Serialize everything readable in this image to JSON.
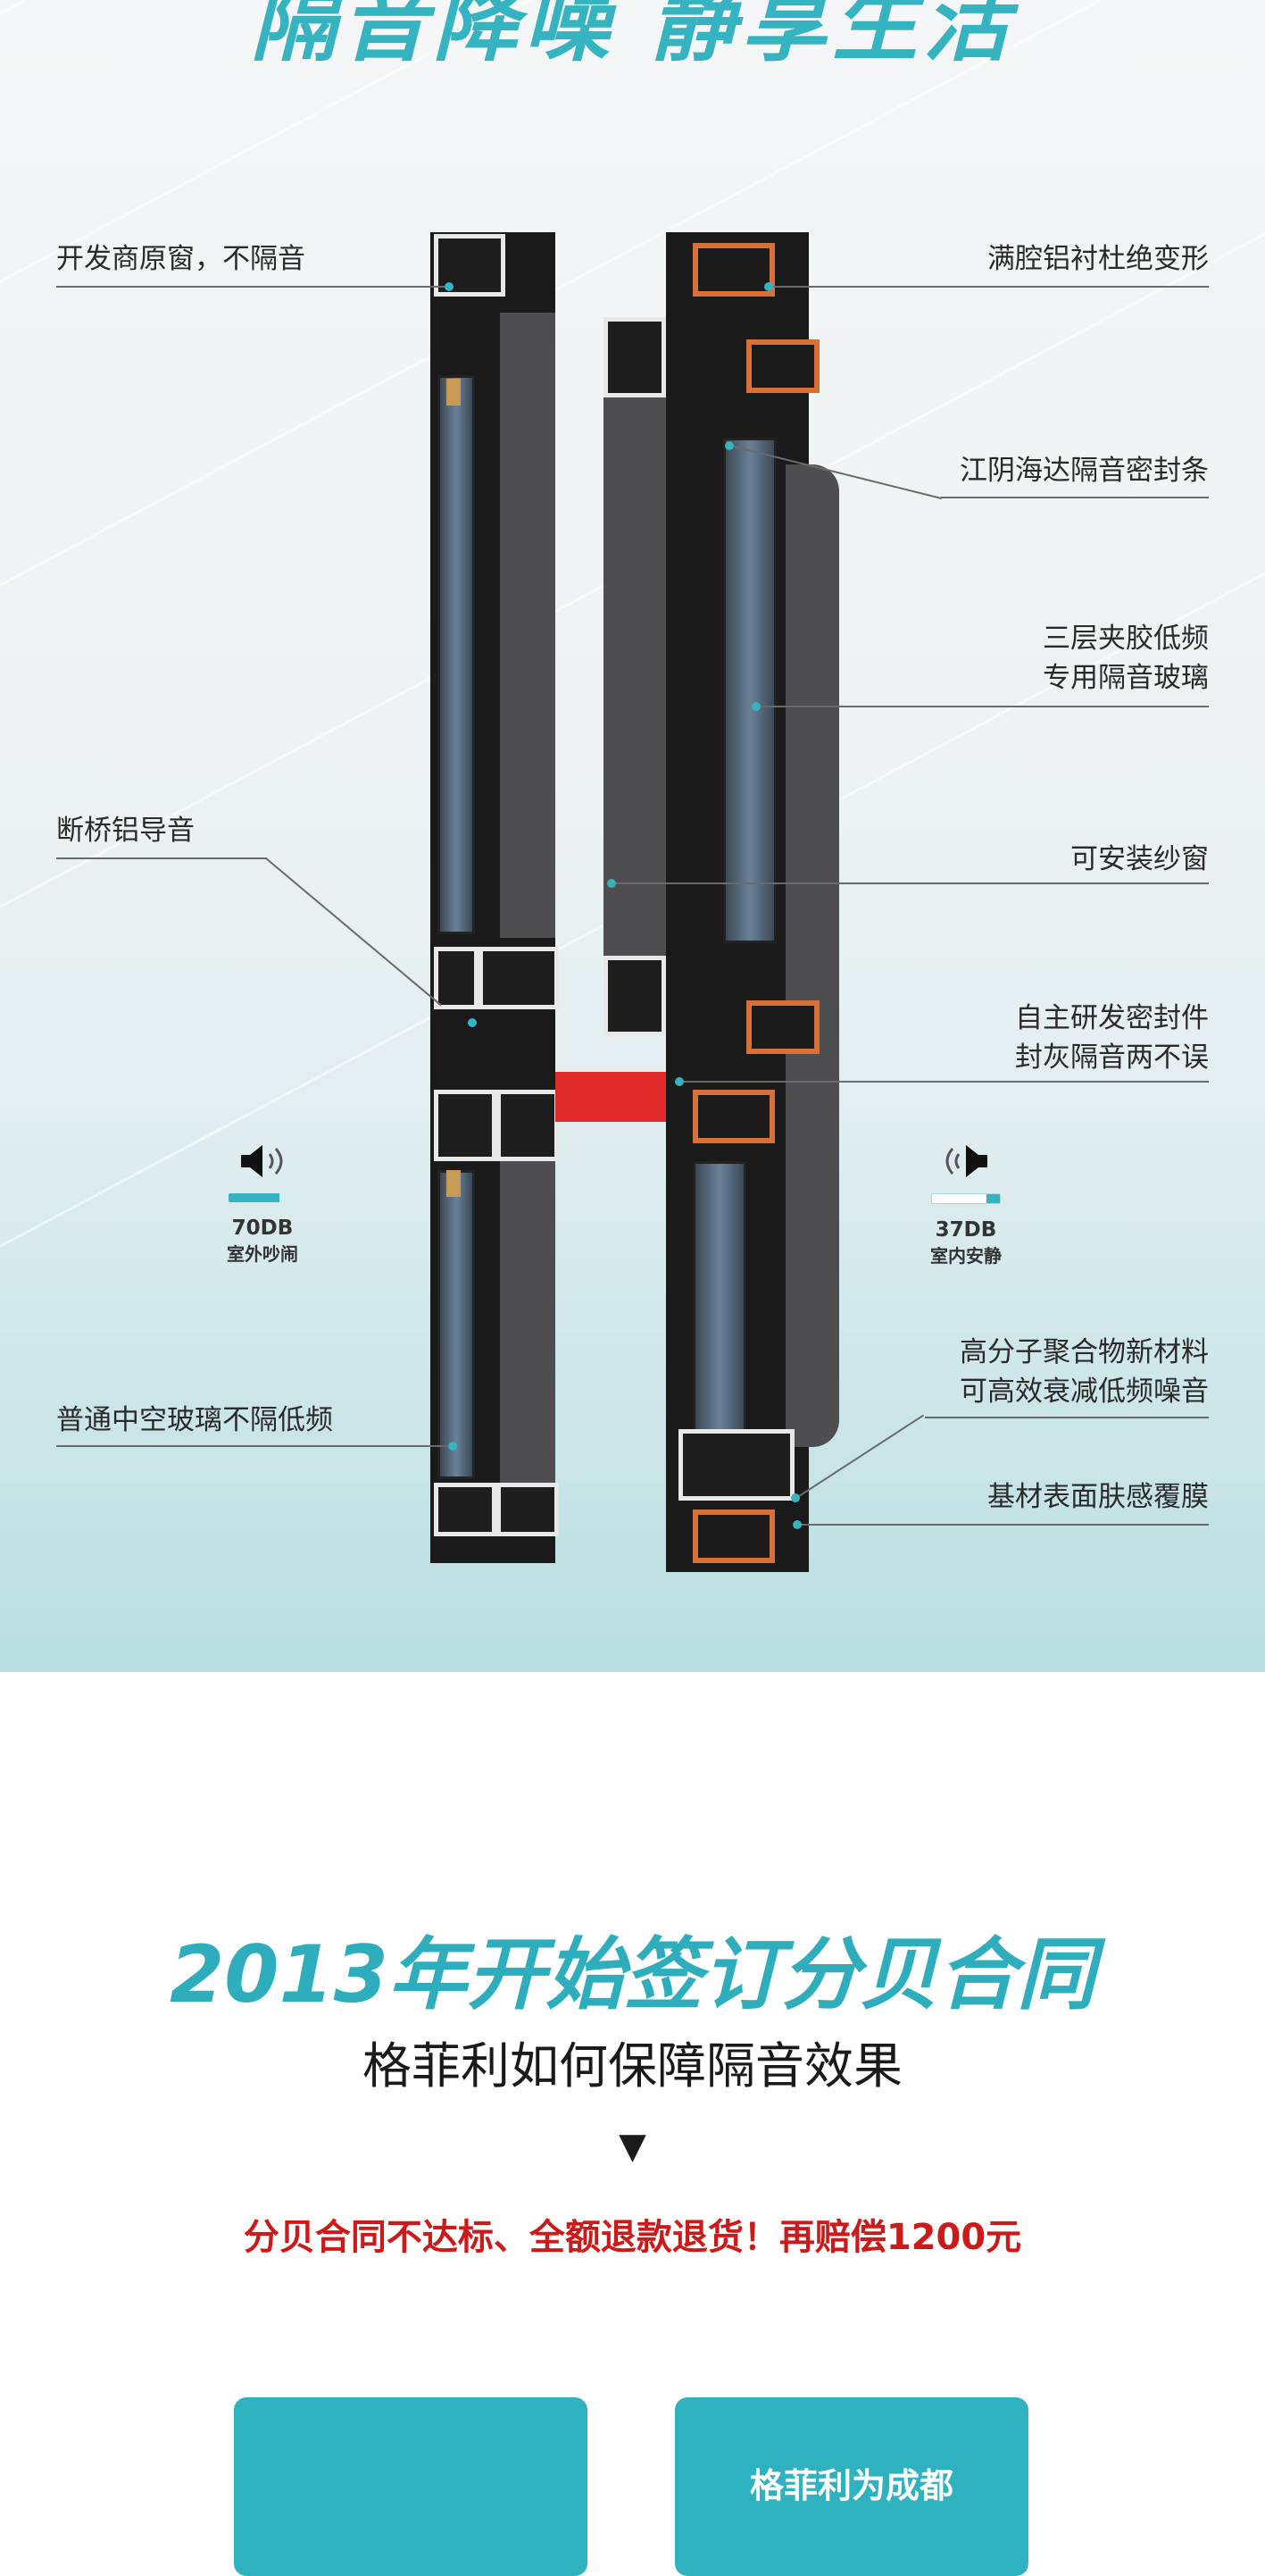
{
  "header_title": "隔音降噪 静享生活",
  "callouts_left": {
    "original_window": "开发商原窗，不隔音",
    "bridge_aluminum": "断桥铝导音",
    "hollow_glass": "普通中空玻璃不隔低频"
  },
  "callouts_right": {
    "aluminum_lining": "满腔铝衬杜绝变形",
    "seal_strip": "江阴海达隔音密封条",
    "glass_line1": "三层夹胶低频",
    "glass_line2": "专用隔音玻璃",
    "screen": "可安装纱窗",
    "seal_part_line1": "自主研发密封件",
    "seal_part_line2": "封灰隔音两不误",
    "polymer_line1": "高分子聚合物新材料",
    "polymer_line2": "可高效衰减低频噪音",
    "film": "基材表面肤感覆膜"
  },
  "noise_outside": {
    "value": "70DB",
    "label": "室外吵闹",
    "icon": "speaker-loud-icon",
    "level": 0.75
  },
  "noise_inside": {
    "value": "37DB",
    "label": "室内安静",
    "icon": "speaker-quiet-icon",
    "level": 0.2
  },
  "contract_title": "2013年开始签订分贝合同",
  "contract_subtitle": "格菲利如何保障隔音效果",
  "arrow_glyph": "▼",
  "guarantee_text": "分贝合同不达标、全额退款退货！再赔偿1200元",
  "card_right_text": "格菲利为成都",
  "colors": {
    "accent": "#2fb2bf",
    "warning": "#cc1a1a",
    "red_bar": "#e02a2a",
    "copper": "#d8703a"
  }
}
